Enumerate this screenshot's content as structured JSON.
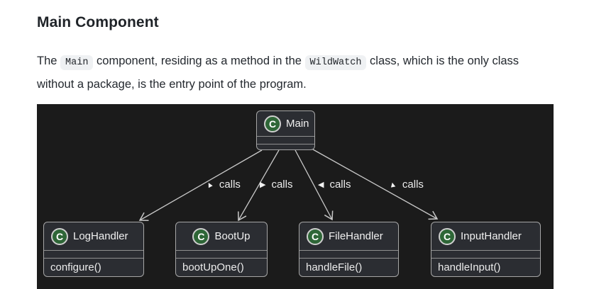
{
  "page": {
    "heading": "Main Component",
    "paragraph": {
      "seg1": "The ",
      "code1": "Main",
      "seg2": " component, residing as a method in the ",
      "code2": "WildWatch",
      "seg3": " class, which is the only class",
      "line2": "without a package, is the entry point of the program."
    }
  },
  "diagram": {
    "type": "uml-class-diagram",
    "background_color": "#1b1b1b",
    "colors": {
      "box_fill": "#2b2d32",
      "box_border": "#a6a6a6",
      "edge": "#c8c8c8",
      "text": "#ececec",
      "class_icon_fill": "#2e6637",
      "class_icon_ring": "#cfcfcf"
    },
    "class_icon_letter": "C",
    "classes": [
      {
        "name": "Main",
        "methods": []
      },
      {
        "name": "LogHandler",
        "methods": [
          "configure()"
        ]
      },
      {
        "name": "BootUp",
        "methods": [
          "bootUpOne()"
        ]
      },
      {
        "name": "FileHandler",
        "methods": [
          "handleFile()"
        ]
      },
      {
        "name": "InputHandler",
        "methods": [
          "handleInput()"
        ]
      }
    ],
    "edges": [
      {
        "from": "Main",
        "to": "LogHandler",
        "label": "calls",
        "arrow_glyph": "▲"
      },
      {
        "from": "Main",
        "to": "BootUp",
        "label": "calls",
        "arrow_glyph": "▶"
      },
      {
        "from": "Main",
        "to": "FileHandler",
        "label": "calls",
        "arrow_glyph": "◀"
      },
      {
        "from": "Main",
        "to": "InputHandler",
        "label": "calls",
        "arrow_glyph": "▲"
      }
    ]
  }
}
